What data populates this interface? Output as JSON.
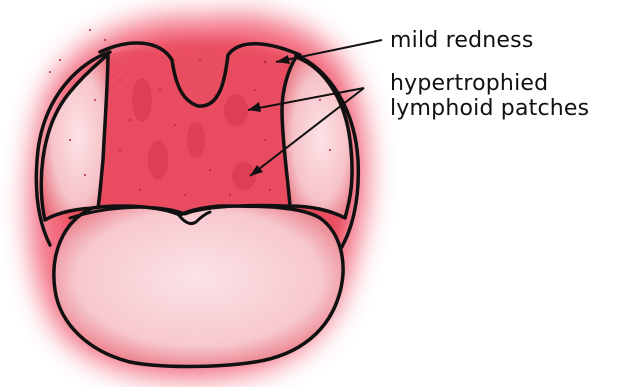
{
  "labels": {
    "mild_redness": "mild redness",
    "lymphoid_line1": "hypertrophied",
    "lymphoid_line2": "lymphoid patches"
  },
  "colors": {
    "halo": "#f04f66",
    "mucosa_red": "#e8485c",
    "pale_pink": "#f6c3c9",
    "tongue_pink": "#f7c9cf",
    "outline": "#111111",
    "background": "#ffffff"
  }
}
